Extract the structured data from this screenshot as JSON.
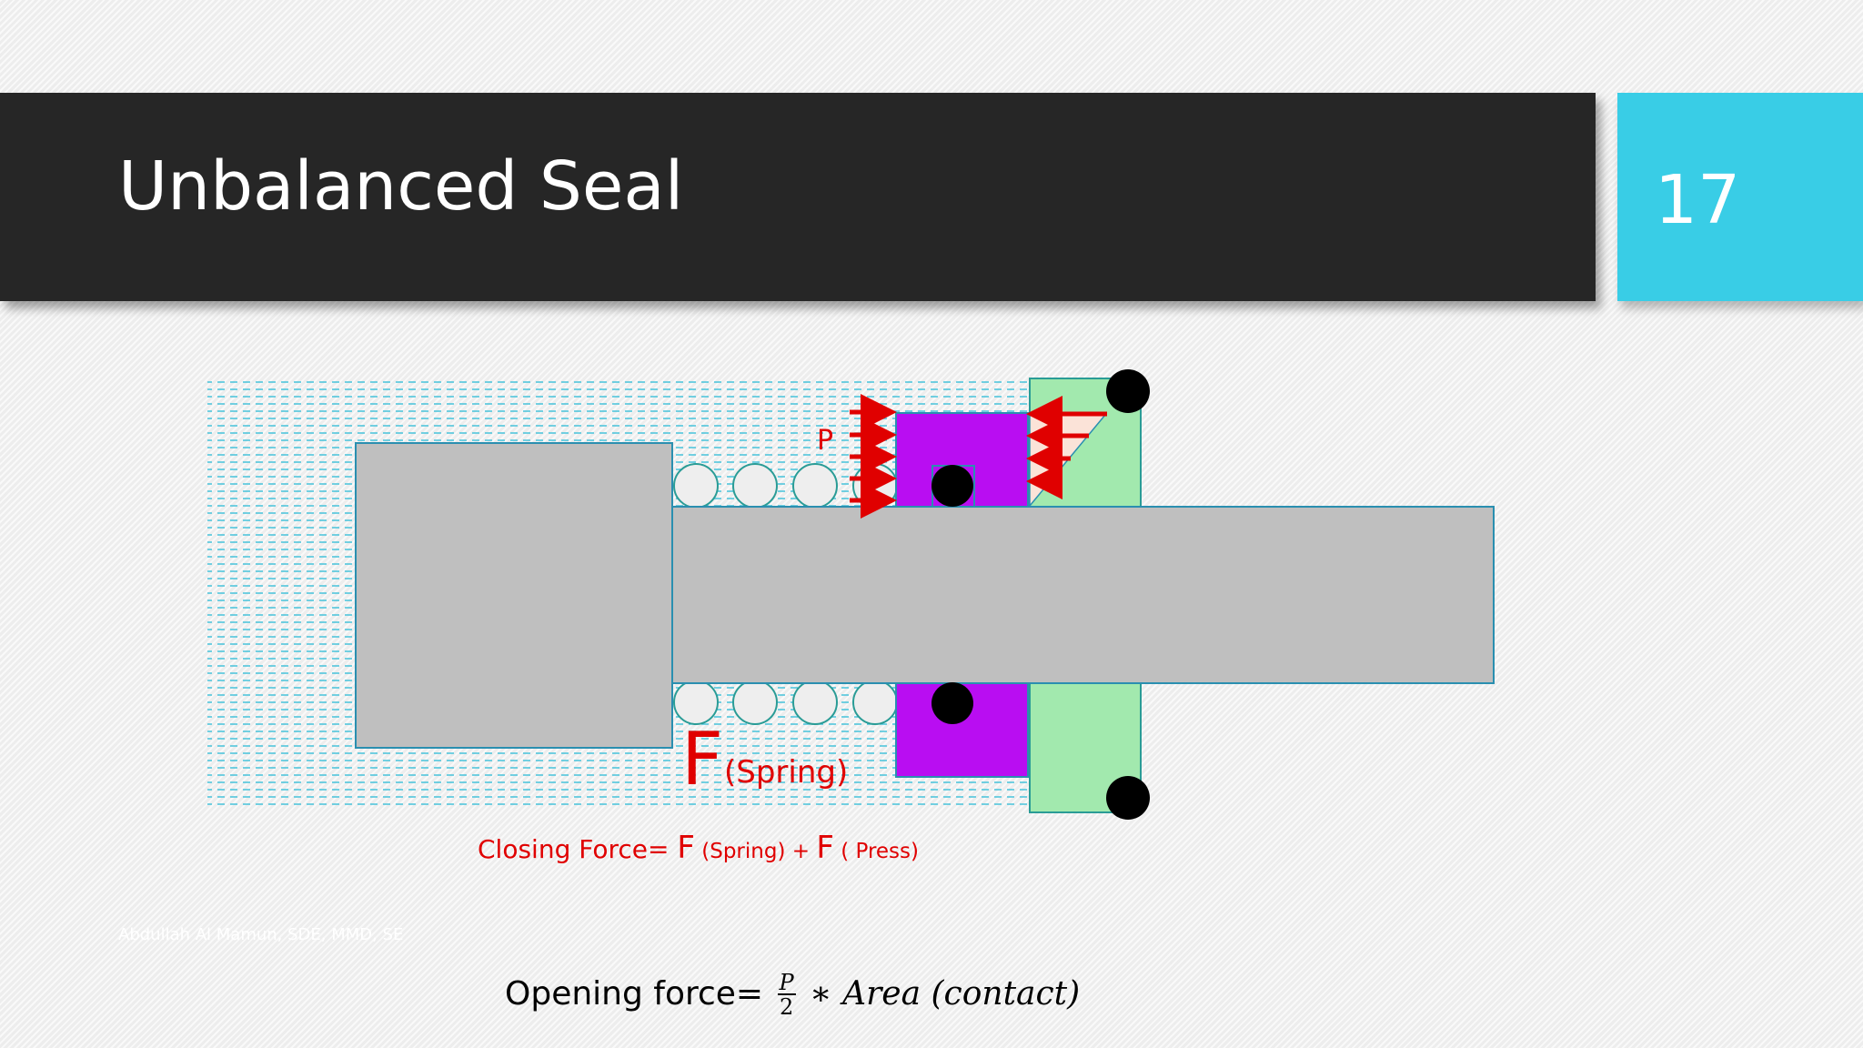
{
  "slide": {
    "title": "Unbalanced Seal",
    "number": "17",
    "footer": "Abdullah Al Mamun, SDE, MMD, SE"
  },
  "diagram": {
    "pressure_label": "P",
    "spring_force_symbol": "F",
    "spring_force_subscript": "(Spring)"
  },
  "closing_force": {
    "label": "Closing Force= ",
    "term1_symbol": "F",
    "term1_subscript": " (Spring)",
    "plus": " + ",
    "term2_symbol": "F",
    "term2_subscript": "  ( Press)"
  },
  "opening_force": {
    "label": "Opening force=",
    "frac_num": "P",
    "frac_den": "2",
    "operator": "∗",
    "area_word": "Area",
    "contact": "(contact)"
  },
  "colors": {
    "title_bar": "#262626",
    "number_box": "#39cde6",
    "fluid": "#39bfd9",
    "shaft": "#bfbfbf",
    "rotating_ring": "#b90df2",
    "stationary_seat": "#a2e9ae",
    "pressure_arrows": "#e00000",
    "text_red": "#e00000"
  }
}
